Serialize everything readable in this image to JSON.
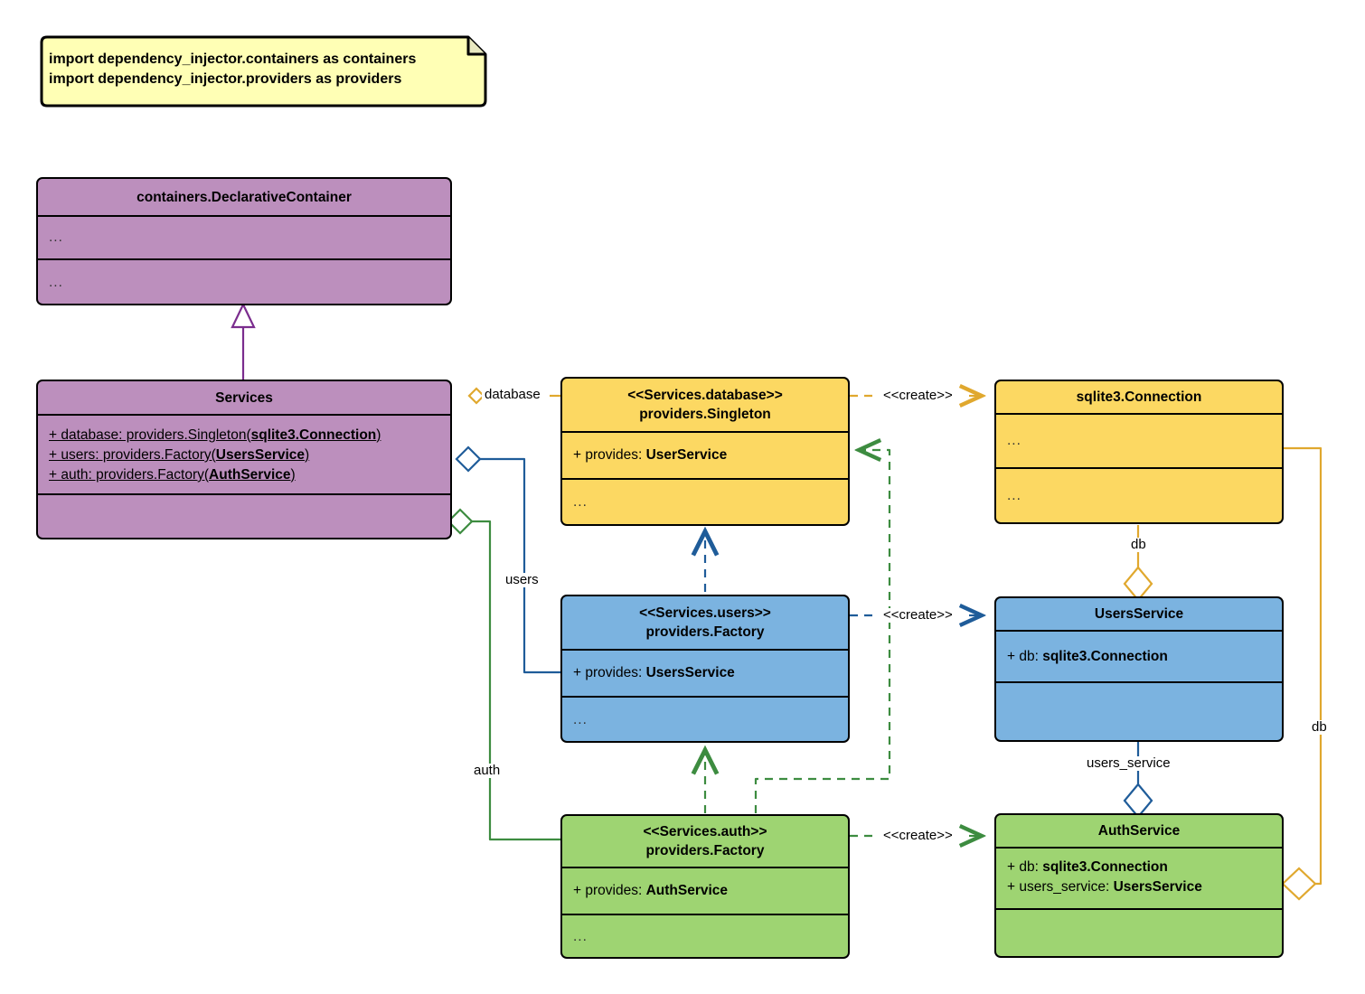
{
  "diagram": {
    "kind": "uml-class-diagram",
    "title": "dependency_injector Services container class diagram",
    "colors": {
      "note_fill": "#ffffb5",
      "purple": "#bc8fbd",
      "yellow": "#fcd862",
      "blue": "#7bb3e0",
      "green": "#9ed472",
      "orange_edge": "#e0a82e",
      "blue_edge": "#1f5c99",
      "green_edge": "#3d8c40",
      "purple_edge": "#7b2d8e",
      "outline": "#000000"
    }
  },
  "note": {
    "name": "imports-note",
    "lines": [
      "import dependency_injector.containers as containers",
      "import dependency_injector.providers as providers"
    ],
    "text": "import dependency_injector.containers as containers\nimport dependency_injector.providers as providers"
  },
  "classes": {
    "declarative_container": {
      "title": "containers.DeclarativeContainer",
      "attributes": "...",
      "methods": "...",
      "color": "#bc8fbd"
    },
    "services": {
      "title": "Services",
      "attributes": [
        {
          "prefix": "+ database: providers.Singleton(",
          "bold": "sqlite3.Connection",
          "suffix": ")"
        },
        {
          "prefix": "+ users: providers.Factory(",
          "bold": "UsersService",
          "suffix": ")"
        },
        {
          "prefix": "+ auth: providers.Factory(",
          "bold": "AuthService",
          "suffix": ")"
        }
      ],
      "methods": "",
      "color": "#bc8fbd"
    },
    "services_database": {
      "stereotype": "<<Services.database>>",
      "title": "providers.Singleton",
      "attribute_prefix": "+ provides: ",
      "attribute_bold": "UserService",
      "methods": "...",
      "color": "#fcd862"
    },
    "sqlite3_connection": {
      "title": "sqlite3.Connection",
      "attributes": "...",
      "methods": "...",
      "color": "#fcd862"
    },
    "services_users": {
      "stereotype": "<<Services.users>>",
      "title": "providers.Factory",
      "attribute_prefix": "+ provides: ",
      "attribute_bold": "UsersService",
      "methods": "...",
      "color": "#7bb3e0"
    },
    "users_service": {
      "title": "UsersService",
      "attribute_prefix": "+ db: ",
      "attribute_bold": "sqlite3.Connection",
      "methods": "",
      "color": "#7bb3e0"
    },
    "services_auth": {
      "stereotype": "<<Services.auth>>",
      "title": "providers.Factory",
      "attribute_prefix": "+ provides: ",
      "attribute_bold": "AuthService",
      "methods": "...",
      "color": "#9ed472"
    },
    "auth_service": {
      "title": "AuthService",
      "attribute1_prefix": "+ db: ",
      "attribute1_bold": "sqlite3.Connection",
      "attribute2_prefix": "+ users_service: ",
      "attribute2_bold": "UsersService",
      "methods": "",
      "color": "#9ed472"
    }
  },
  "edges": {
    "inheritance_services_to_container": {
      "label": "",
      "type": "generalization",
      "color": "#7b2d8e"
    },
    "services_database": {
      "label": "database",
      "type": "aggregation",
      "color": "#e0a82e"
    },
    "services_users": {
      "label": "users",
      "type": "aggregation",
      "color": "#1f5c99"
    },
    "services_auth": {
      "label": "auth",
      "type": "aggregation",
      "color": "#3d8c40"
    },
    "database_creates_connection": {
      "label": "<<create>>",
      "type": "dependency",
      "color": "#e0a82e"
    },
    "users_creates_usersservice": {
      "label": "<<create>>",
      "type": "dependency",
      "color": "#1f5c99"
    },
    "auth_creates_authservice": {
      "label": "<<create>>",
      "type": "dependency",
      "color": "#3d8c40"
    },
    "connection_db_usersservice": {
      "label": "db",
      "type": "aggregation",
      "color": "#e0a82e"
    },
    "connection_db_authservice": {
      "label": "db",
      "type": "aggregation",
      "color": "#e0a82e"
    },
    "usersservice_users_service_authservice": {
      "label": "users_service",
      "type": "aggregation",
      "color": "#1f5c99"
    },
    "users_depends_database": {
      "label": "",
      "type": "dependency",
      "color": "#1f5c99"
    },
    "auth_depends_users": {
      "label": "",
      "type": "dependency",
      "color": "#3d8c40"
    },
    "auth_depends_database": {
      "label": "",
      "type": "dependency",
      "color": "#3d8c40"
    }
  }
}
